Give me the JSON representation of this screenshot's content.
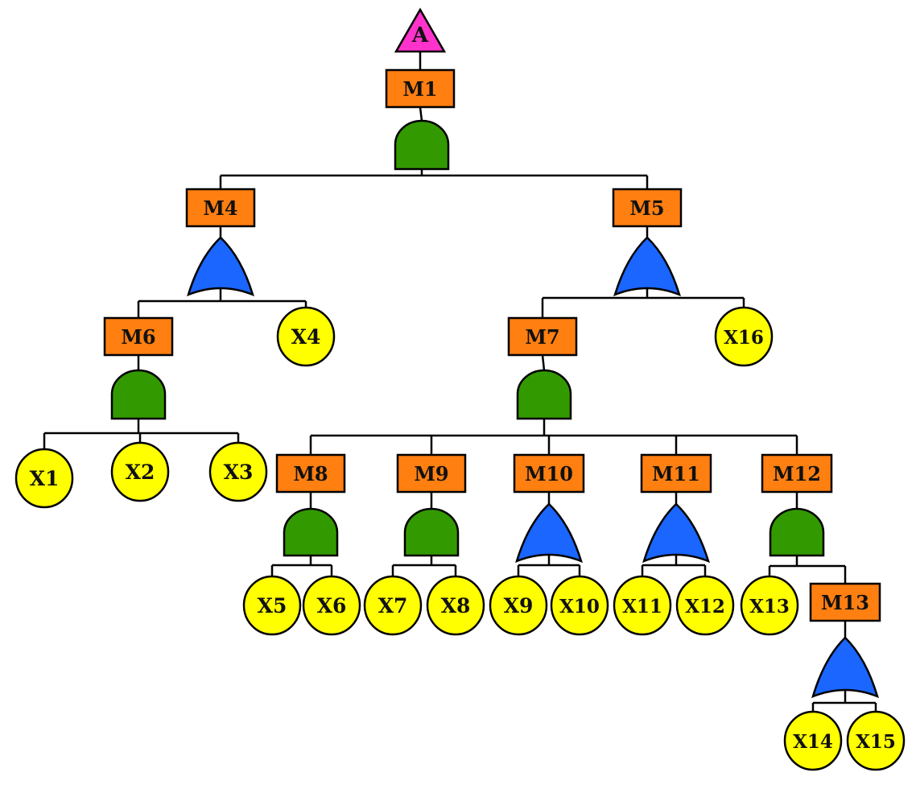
{
  "diagram": {
    "colors": {
      "top_event": "#ff33cc",
      "intermediate_event": "#ff7f11",
      "basic_event": "#ffff00",
      "and_gate": "#339900",
      "or_gate": "#1a66ff",
      "line": "#000000"
    },
    "top_event": {
      "id": "A",
      "label": "A"
    },
    "intermediate_events": [
      {
        "id": "M1",
        "label": "M1",
        "gate": "and",
        "children": [
          "M4",
          "M5"
        ]
      },
      {
        "id": "M4",
        "label": "M4",
        "gate": "or",
        "children": [
          "M6",
          "X4"
        ]
      },
      {
        "id": "M5",
        "label": "M5",
        "gate": "or",
        "children": [
          "M7",
          "X16"
        ]
      },
      {
        "id": "M6",
        "label": "M6",
        "gate": "and",
        "children": [
          "X1",
          "X2",
          "X3"
        ]
      },
      {
        "id": "M7",
        "label": "M7",
        "gate": "and",
        "children": [
          "M8",
          "M9",
          "M10",
          "M11",
          "M12"
        ]
      },
      {
        "id": "M8",
        "label": "M8",
        "gate": "and",
        "children": [
          "X5",
          "X6"
        ]
      },
      {
        "id": "M9",
        "label": "M9",
        "gate": "and",
        "children": [
          "X7",
          "X8"
        ]
      },
      {
        "id": "M10",
        "label": "M10",
        "gate": "or",
        "children": [
          "X9",
          "X10"
        ]
      },
      {
        "id": "M11",
        "label": "M11",
        "gate": "or",
        "children": [
          "X11",
          "X12"
        ]
      },
      {
        "id": "M12",
        "label": "M12",
        "gate": "and",
        "children": [
          "X13",
          "M13"
        ]
      },
      {
        "id": "M13",
        "label": "M13",
        "gate": "or",
        "children": [
          "X14",
          "X15"
        ]
      }
    ],
    "basic_events": [
      {
        "id": "X1",
        "label": "X1"
      },
      {
        "id": "X2",
        "label": "X2"
      },
      {
        "id": "X3",
        "label": "X3"
      },
      {
        "id": "X4",
        "label": "X4"
      },
      {
        "id": "X5",
        "label": "X5"
      },
      {
        "id": "X6",
        "label": "X6"
      },
      {
        "id": "X7",
        "label": "X7"
      },
      {
        "id": "X8",
        "label": "X8"
      },
      {
        "id": "X9",
        "label": "X9"
      },
      {
        "id": "X10",
        "label": "X10"
      },
      {
        "id": "X11",
        "label": "X11"
      },
      {
        "id": "X12",
        "label": "X12"
      },
      {
        "id": "X13",
        "label": "X13"
      },
      {
        "id": "X14",
        "label": "X14"
      },
      {
        "id": "X15",
        "label": "X15"
      },
      {
        "id": "X16",
        "label": "X16"
      }
    ]
  }
}
